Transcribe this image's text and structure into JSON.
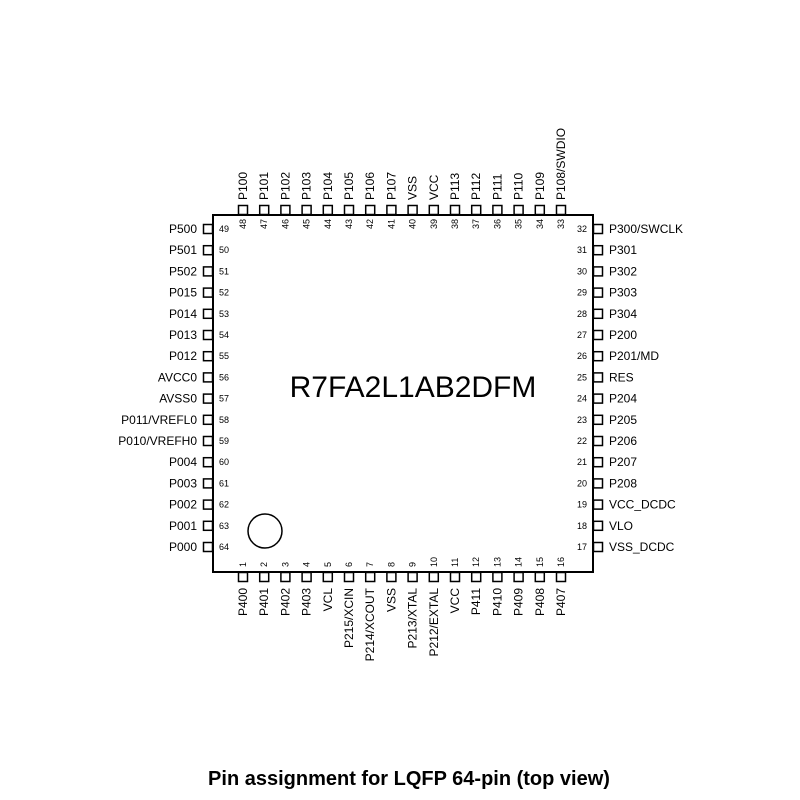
{
  "chip_name": "R7FA2L1AB2DFM",
  "caption": "Pin assignment for LQFP 64-pin (top view)",
  "pins": {
    "bottom": [
      {
        "n": 1,
        "name": "P400"
      },
      {
        "n": 2,
        "name": "P401"
      },
      {
        "n": 3,
        "name": "P402"
      },
      {
        "n": 4,
        "name": "P403"
      },
      {
        "n": 5,
        "name": "VCL"
      },
      {
        "n": 6,
        "name": "P215/XCIN"
      },
      {
        "n": 7,
        "name": "P214/XCOUT"
      },
      {
        "n": 8,
        "name": "VSS"
      },
      {
        "n": 9,
        "name": "P213/XTAL"
      },
      {
        "n": 10,
        "name": "P212/EXTAL"
      },
      {
        "n": 11,
        "name": "VCC"
      },
      {
        "n": 12,
        "name": "P411"
      },
      {
        "n": 13,
        "name": "P410"
      },
      {
        "n": 14,
        "name": "P409"
      },
      {
        "n": 15,
        "name": "P408"
      },
      {
        "n": 16,
        "name": "P407"
      }
    ],
    "right": [
      {
        "n": 17,
        "name": "VSS_DCDC"
      },
      {
        "n": 18,
        "name": "VLO"
      },
      {
        "n": 19,
        "name": "VCC_DCDC"
      },
      {
        "n": 20,
        "name": "P208"
      },
      {
        "n": 21,
        "name": "P207"
      },
      {
        "n": 22,
        "name": "P206"
      },
      {
        "n": 23,
        "name": "P205"
      },
      {
        "n": 24,
        "name": "P204"
      },
      {
        "n": 25,
        "name": "RES"
      },
      {
        "n": 26,
        "name": "P201/MD"
      },
      {
        "n": 27,
        "name": "P200"
      },
      {
        "n": 28,
        "name": "P304"
      },
      {
        "n": 29,
        "name": "P303"
      },
      {
        "n": 30,
        "name": "P302"
      },
      {
        "n": 31,
        "name": "P301"
      },
      {
        "n": 32,
        "name": "P300/SWCLK"
      }
    ],
    "top": [
      {
        "n": 33,
        "name": "P108/SWDIO"
      },
      {
        "n": 34,
        "name": "P109"
      },
      {
        "n": 35,
        "name": "P110"
      },
      {
        "n": 36,
        "name": "P111"
      },
      {
        "n": 37,
        "name": "P112"
      },
      {
        "n": 38,
        "name": "P113"
      },
      {
        "n": 39,
        "name": "VCC"
      },
      {
        "n": 40,
        "name": "VSS"
      },
      {
        "n": 41,
        "name": "P107"
      },
      {
        "n": 42,
        "name": "P106"
      },
      {
        "n": 43,
        "name": "P105"
      },
      {
        "n": 44,
        "name": "P104"
      },
      {
        "n": 45,
        "name": "P103"
      },
      {
        "n": 46,
        "name": "P102"
      },
      {
        "n": 47,
        "name": "P101"
      },
      {
        "n": 48,
        "name": "P100"
      }
    ],
    "left": [
      {
        "n": 49,
        "name": "P500"
      },
      {
        "n": 50,
        "name": "P501"
      },
      {
        "n": 51,
        "name": "P502"
      },
      {
        "n": 52,
        "name": "P015"
      },
      {
        "n": 53,
        "name": "P014"
      },
      {
        "n": 54,
        "name": "P013"
      },
      {
        "n": 55,
        "name": "P012"
      },
      {
        "n": 56,
        "name": "AVCC0"
      },
      {
        "n": 57,
        "name": "AVSS0"
      },
      {
        "n": 58,
        "name": "P011/VREFL0"
      },
      {
        "n": 59,
        "name": "P010/VREFH0"
      },
      {
        "n": 60,
        "name": "P004"
      },
      {
        "n": 61,
        "name": "P003"
      },
      {
        "n": 62,
        "name": "P002"
      },
      {
        "n": 63,
        "name": "P001"
      },
      {
        "n": 64,
        "name": "P000"
      }
    ]
  }
}
